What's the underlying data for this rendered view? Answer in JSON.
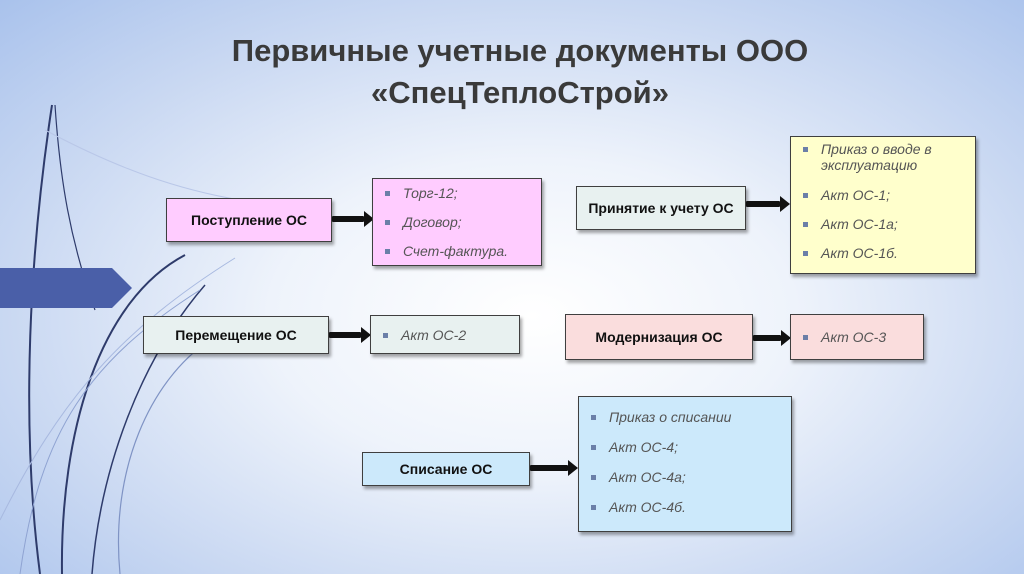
{
  "title": {
    "line1": "Первичные учетные документы ООО",
    "line2": "«СпецТеплоСтрой»"
  },
  "colors": {
    "pink": "#ffccff",
    "pale": "#e8f1f0",
    "yellow": "#ffffcc",
    "salmon": "#fadddd",
    "lightblue": "#cce9fb"
  },
  "nodes": {
    "postuplenie": {
      "label": "Поступление ОС",
      "docs": [
        "Торг-12;",
        "Договор;",
        "Счет-фактура."
      ]
    },
    "prinyatie": {
      "label": "Принятие к учету ОС",
      "docs": [
        "Приказ о вводе в эксплуатацию",
        "Акт ОС-1;",
        "Акт ОС-1а;",
        "Акт ОС-1б."
      ]
    },
    "peremeshchenie": {
      "label": "Перемещение ОС",
      "docs": [
        "Акт ОС-2"
      ]
    },
    "modernizaciya": {
      "label": "Модернизация ОС",
      "docs": [
        "Акт ОС-3"
      ]
    },
    "spisanie": {
      "label": "Списание ОС",
      "docs": [
        "Приказ о списании",
        "Акт ОС-4;",
        "Акт ОС-4а;",
        "Акт ОС-4б."
      ]
    }
  }
}
